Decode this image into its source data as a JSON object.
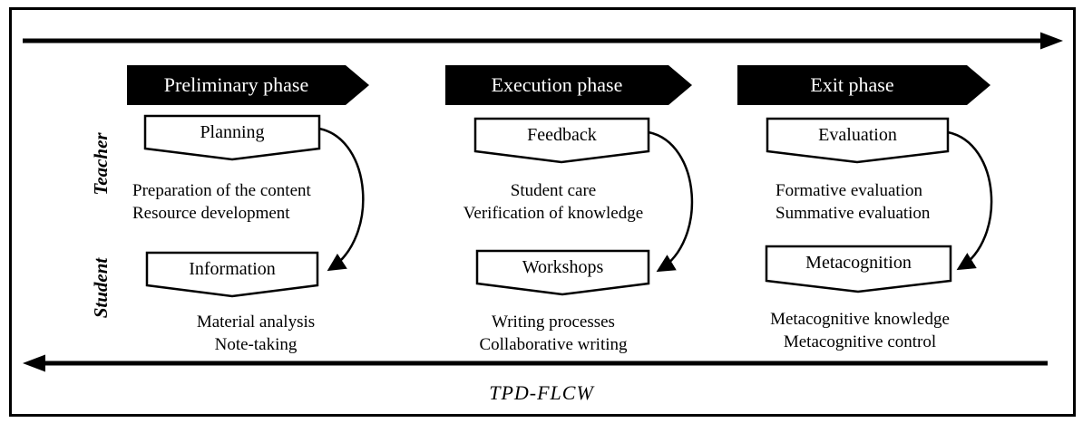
{
  "diagram": {
    "caption": "TPD-FLCW",
    "row_labels": {
      "teacher": "Teacher",
      "student": "Student"
    },
    "colors": {
      "ink": "#000000",
      "paper": "#ffffff",
      "banner_fill": "#000000",
      "banner_text": "#ffffff"
    },
    "phases": [
      {
        "banner": "Preliminary phase",
        "teacher_box": "Planning",
        "teacher_lines": [
          "Preparation of the content",
          "Resource development"
        ],
        "student_box": "Information",
        "student_lines": [
          "Material analysis",
          "Note-taking"
        ]
      },
      {
        "banner": "Execution phase",
        "teacher_box": "Feedback",
        "teacher_lines": [
          "Student care",
          "Verification of knowledge"
        ],
        "student_box": "Workshops",
        "student_lines": [
          "Writing processes",
          "Collaborative writing"
        ]
      },
      {
        "banner": "Exit phase",
        "teacher_box": "Evaluation",
        "teacher_lines": [
          "Formative evaluation",
          "Summative evaluation"
        ],
        "student_box": "Metacognition",
        "student_lines": [
          "Metacognitive knowledge",
          "Metacognitive control"
        ]
      }
    ]
  }
}
